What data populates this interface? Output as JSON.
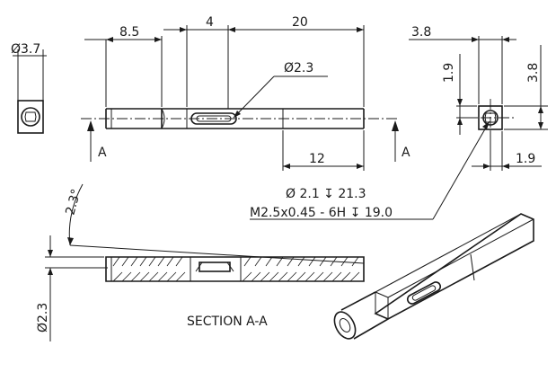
{
  "dimensions": {
    "end_view_diameter": "Ø3.7",
    "length_8_5": "8.5",
    "length_4": "4",
    "length_20": "20",
    "slot_diameter": "Ø2.3",
    "length_12": "12",
    "square_width": "3.8",
    "square_height": "3.8",
    "offset_vertical": "1.9",
    "offset_horizontal": "1.9",
    "taper_angle": "2.3°",
    "section_diameter": "Ø2.3"
  },
  "section_marks": {
    "left": "A",
    "right": "A"
  },
  "notes": {
    "drill": "Ø 2.1 ↧ 21.3",
    "thread": "M2.5x0.45 - 6H ↧ 19.0"
  },
  "section_label": "SECTION A-A"
}
